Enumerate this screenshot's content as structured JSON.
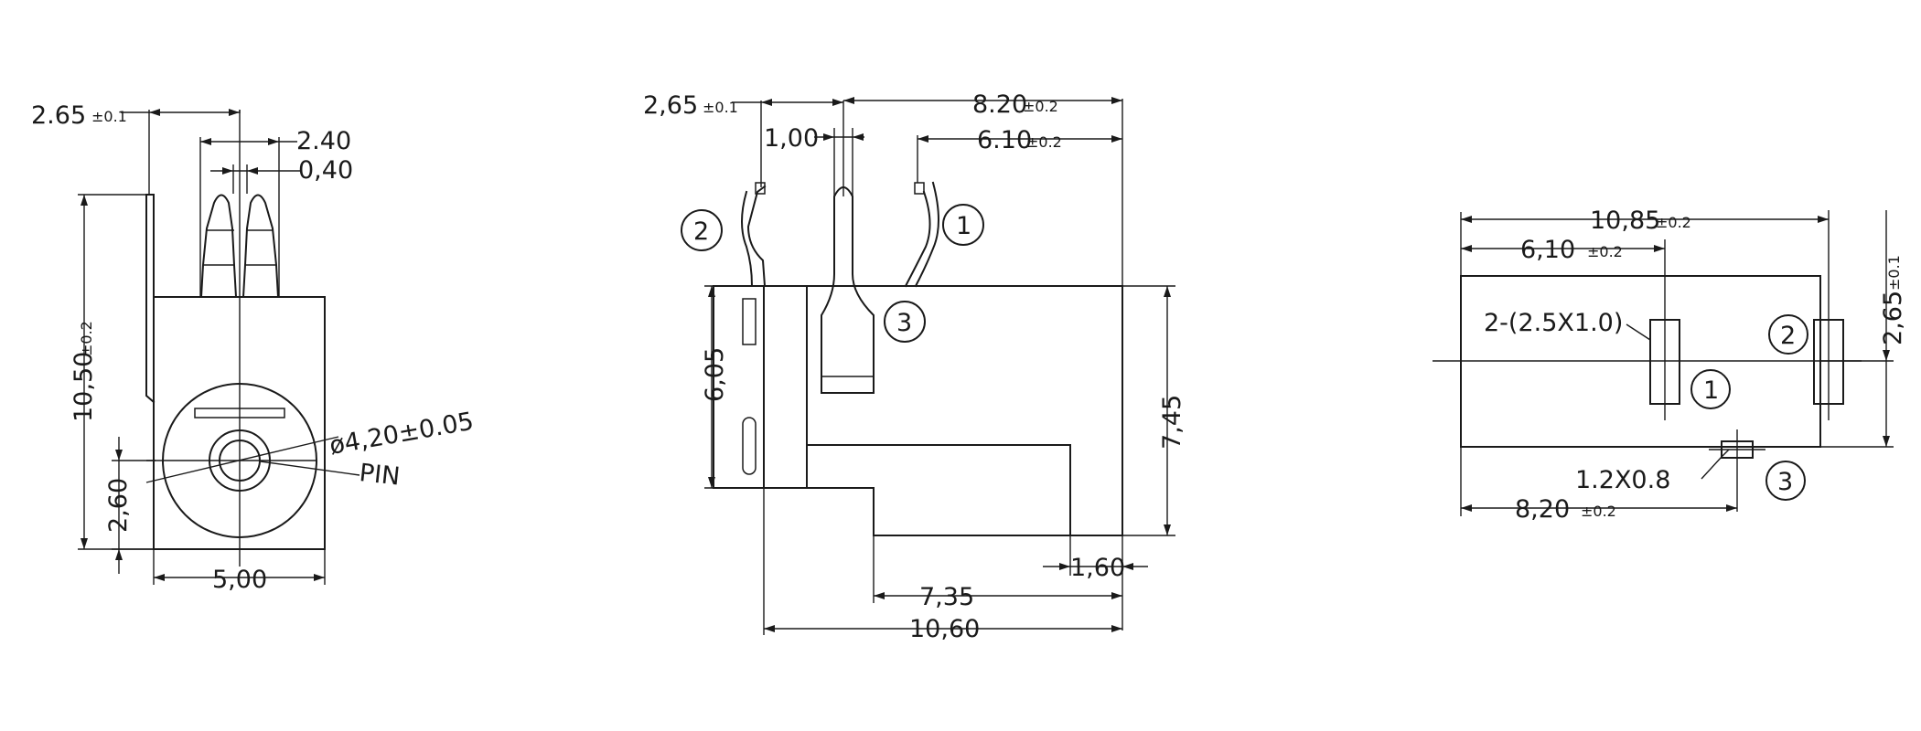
{
  "front_view": {
    "dim_top_left": "2.65",
    "dim_top_left_tol": "±0.1",
    "dim_240": "2.40",
    "dim_040": "0,40",
    "dim_height": "10,50",
    "dim_height_tol": "±0.2",
    "dim_260": "2,60",
    "dim_width": "5,00",
    "dim_diameter": "ø4,20±0.05",
    "label_pin": "PIN"
  },
  "side_view": {
    "dim_265": "2,65",
    "dim_265_tol": "±0.1",
    "dim_820": "8.20",
    "dim_820_tol": "±0.2",
    "dim_100": "1,00",
    "dim_610": "6.10",
    "dim_610_tol": "±0.2",
    "dim_605": "6,05",
    "dim_745": "7,45",
    "dim_160": "1,60",
    "dim_735": "7,35",
    "dim_1060": "10,60",
    "pin_1": "1",
    "pin_2": "2",
    "pin_3": "3"
  },
  "footprint_view": {
    "dim_1085": "10,85",
    "dim_1085_tol": "±0.2",
    "dim_610": "6,10",
    "dim_610_tol": "±0.2",
    "dim_265": "2,65",
    "dim_265_tol": "±0.1",
    "label_slots": "2-(2.5X1.0)",
    "label_hole": "1.2X0.8",
    "dim_820": "8,20",
    "dim_820_tol": "±0.2",
    "pin_1": "1",
    "pin_2": "2",
    "pin_3": "3"
  }
}
